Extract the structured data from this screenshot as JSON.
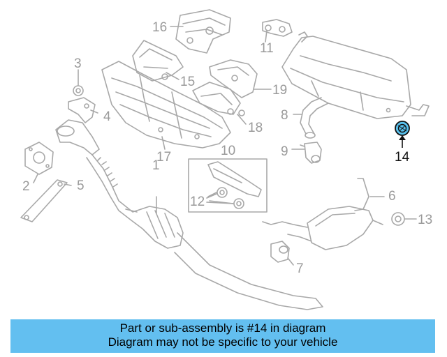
{
  "diagram": {
    "highlighted_part": "14",
    "callouts": [
      "1",
      "2",
      "3",
      "4",
      "5",
      "6",
      "7",
      "8",
      "9",
      "10",
      "11",
      "12",
      "13",
      "14",
      "15",
      "16",
      "17",
      "18",
      "19"
    ],
    "colors": {
      "line": "#a8a8a8",
      "highlight_fill": "#59c2ee",
      "highlight_stroke": "#111111",
      "banner": "#63bff0"
    }
  },
  "banner": {
    "line1": "Part or sub-assembly is #14 in diagram",
    "line2": "Diagram may not be specific to your vehicle"
  }
}
